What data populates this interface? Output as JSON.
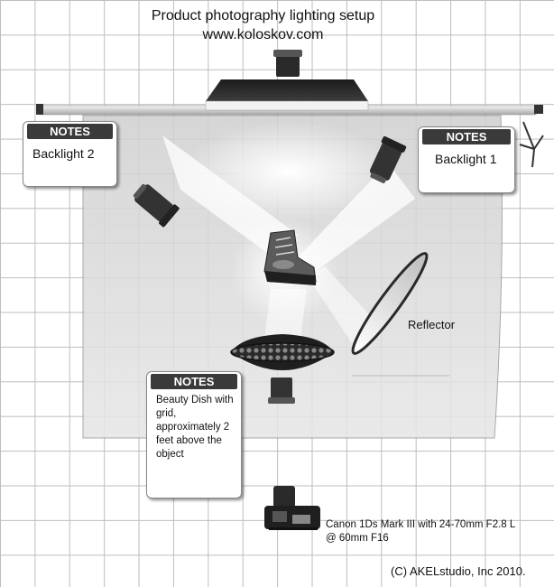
{
  "title": "Product photography lighting setup",
  "website": "www.koloskov.com",
  "notes": [
    {
      "header": "NOTES",
      "body": "Backlight 2"
    },
    {
      "header": "NOTES",
      "body": "Backlight 1"
    },
    {
      "header": "NOTES",
      "body": "Beauty Dish with grid, approximately 2 feet above the object"
    }
  ],
  "reflector_label": "Reflector",
  "camera_label_line1": "Canon 1Ds Mark III with 24-70mm F2.8 L",
  "camera_label_line2": "@ 60mm F16",
  "copyright": "(C) AKELstudio, Inc 2010.",
  "colors": {
    "dark_equipment": "#2e2e2e",
    "note_header": "#3a3a3a",
    "grid": "#bdbdbd",
    "backdrop": "#e2e2e2"
  }
}
